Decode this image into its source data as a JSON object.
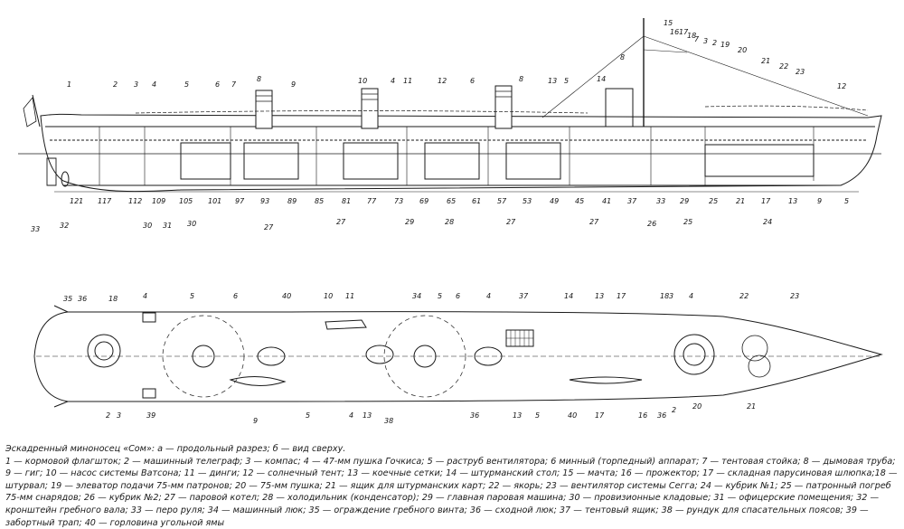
{
  "caption": {
    "title": "Эскадренный миноносец «Сом»: а — продольный разрез; б — вид сверху.",
    "legend": "1 — кормовой флагшток; 2 — машинный телеграф; 3 — компас; 4 — 47-мм пушка Гочкиса; 5 — раструб вентилятора; 6 минный (торпедный) аппарат; 7 — тентовая стойка; 8 — дымовая труба; 9 — гиг; 10 — насос системы Ватсона; 11 — динги; 12 — солнечный тент; 13 — коечные сетки; 14 — штурманский стол; 15 — мачта; 16 — прожектор; 17 — складная парусиновая шлюпка;18 — штурвал; 19 — элеватор подачи 75-мм патронов; 20 — 75-мм пушка; 21 — ящик для штурманских карт; 22 — якорь; 23 — вентилятор системы Сегга; 24 — кубрик №1; 25 — патронный погреб 75-мм снарядов; 26 — кубрик №2; 27 — паровой котел; 28 — холодильник (конденсатор); 29 — главная паровая машина; 30 — провизионные кладовые; 31 — офицерские помещения; 32 — кронштейн гребного вала; 33 — перо руля; 34 — машинный люк; 35 — ограждение гребного винта; 36 — сходной люк; 37 — тентовый ящик; 38 — рундук для спасательных поясов; 39 — забортный трап; 40 — горловина угольной ямы"
  },
  "profile": {
    "callouts": [
      "1",
      "2",
      "3",
      "4",
      "5",
      "6",
      "7",
      "8",
      "9",
      "10",
      "4",
      "11",
      "12",
      "6",
      "8",
      "13",
      "5",
      "14",
      "8",
      "15",
      "16",
      "17",
      "18",
      "7",
      "3",
      "2",
      "19",
      "20",
      "21",
      "22",
      "23",
      "12"
    ],
    "frame_numbers": [
      "121",
      "117",
      "112",
      "109",
      "105",
      "101",
      "97",
      "93",
      "89",
      "85",
      "81",
      "77",
      "73",
      "69",
      "65",
      "61",
      "57",
      "53",
      "49",
      "45",
      "41",
      "37",
      "33",
      "29",
      "25",
      "21",
      "17",
      "13",
      "9",
      "5"
    ],
    "lower_labels": [
      "33",
      "32",
      "30",
      "31",
      "30",
      "27",
      "27",
      "29",
      "28",
      "27",
      "27",
      "26",
      "25",
      "24"
    ]
  },
  "plan": {
    "callouts": [
      "35",
      "36",
      "18",
      "4",
      "5",
      "6",
      "40",
      "10",
      "11",
      "34",
      "5",
      "6",
      "4",
      "37",
      "14",
      "13",
      "17",
      "18",
      "3",
      "4",
      "22",
      "23"
    ],
    "lower_labels": [
      "2",
      "3",
      "39",
      "9",
      "5",
      "4",
      "13",
      "38",
      "36",
      "13",
      "5",
      "40",
      "17",
      "16",
      "36",
      "2",
      "20",
      "21"
    ]
  },
  "colors": {
    "ink": "#1a1a1a",
    "paper": "#ffffff"
  }
}
